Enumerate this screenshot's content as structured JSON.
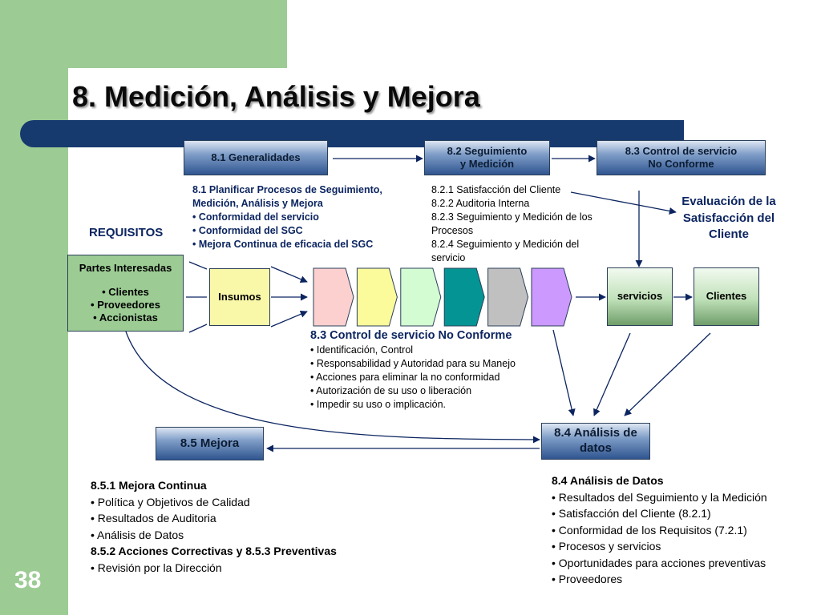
{
  "slide": {
    "title": "8. Medición, Análisis y Mejora",
    "page_number": "38",
    "colors": {
      "accent_green": "#9ccc94",
      "navy_bar": "#163a6e",
      "text_navy": "#0c2560"
    }
  },
  "top_boxes": {
    "generalidades": "8.1 Generalidades",
    "seguimiento_l1": "8.2 Seguimiento",
    "seguimiento_l2": "y Medición",
    "control_l1": "8.3 Control de servicio",
    "control_l2": "No Conforme"
  },
  "planificar": [
    "8.1 Planificar Procesos de Seguimiento,",
    "Medición, Análisis y Mejora",
    "• Conformidad del servicio",
    "• Conformidad del SGC",
    "• Mejora Continua de eficacia del SGC"
  ],
  "seguimiento_list": [
    "8.2.1 Satisfacción del Cliente",
    "8.2.2 Auditoria Interna",
    "8.2.3 Seguimiento y Medición de los",
    "Procesos",
    "8.2.4 Seguimiento y Medición del",
    "servicio"
  ],
  "evaluacion": [
    "Evaluación de la",
    "Satisfacción del",
    "Cliente"
  ],
  "requisitos": "REQUISITOS",
  "partes": {
    "title": "Partes Interesadas",
    "items": [
      "• Clientes",
      "• Proveedores",
      "• Accionistas"
    ]
  },
  "flow": {
    "insumos": "Insumos",
    "servicios": "servicios",
    "clientes": "Clientes",
    "chevron_colors": [
      "#fbd0cf",
      "#fbfb9c",
      "#d4fcd2",
      "#049494",
      "#c0c0c0",
      "#cc99ff"
    ]
  },
  "control_section": {
    "title": "8.3 Control de servicio No Conforme",
    "items": [
      "• Identificación, Control",
      "• Responsabilidad y Autoridad para su Manejo",
      "• Acciones para eliminar la no conformidad",
      "• Autorización de su uso o liberación",
      "• Impedir su uso o implicación."
    ]
  },
  "analisis_box": {
    "l1": "8.4 Análisis de",
    "l2": "datos"
  },
  "mejora_box": "8.5 Mejora",
  "mejora_section": {
    "lines": [
      "8.5.1 Mejora Continua",
      "• Política y Objetivos de Calidad",
      "• Resultados de Auditoria",
      "• Análisis de Datos",
      "8.5.2 Acciones Correctivas y 8.5.3 Preventivas",
      "• Revisión por la Dirección"
    ]
  },
  "analisis_section": {
    "lines": [
      "8.4 Análisis de Datos",
      "• Resultados del Seguimiento y la Medición",
      "• Satisfacción del Cliente (8.2.1)",
      "• Conformidad de los Requisitos (7.2.1)",
      "• Procesos y servicios",
      "• Oportunidades para acciones preventivas",
      "• Proveedores"
    ]
  }
}
